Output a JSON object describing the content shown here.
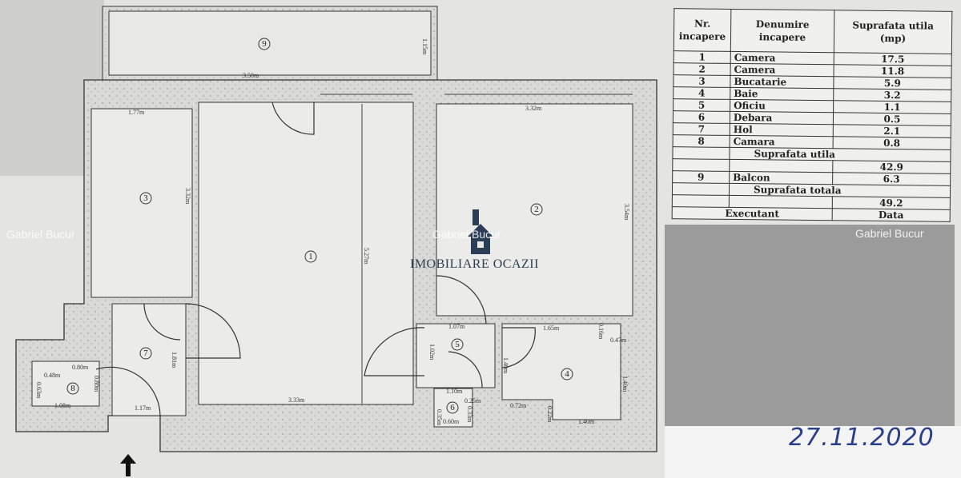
{
  "watermark": "Gabriel Bucur",
  "logo": {
    "text": "IMOBILIARE OCAZII",
    "icon": "house-icon",
    "color": "#2c3e55"
  },
  "plan": {
    "rooms": [
      "1",
      "2",
      "3",
      "4",
      "5",
      "6",
      "7",
      "8",
      "9"
    ],
    "dimensions": {
      "balcony_width": "3.50m",
      "balcony_depth": "1.15m",
      "kitchen_width": "1.77m",
      "kitchen_length": "3.32m",
      "room2_width": "3.32m",
      "room2_length": "3.54m",
      "room1_length": "5.27m",
      "room1_width": "3.33m",
      "office_width": "1.07m",
      "office_length": "1.02m",
      "bath_width": "1.65m",
      "bath_a": "0.16m",
      "bath_b": "0.47m",
      "bath_length": "1.40m",
      "bath_bottom": "1.40m",
      "bath_c": "0.72m",
      "bath_d": "0.22m",
      "bath_e": "1.40m",
      "closet_a": "1.10m",
      "closet_b": "0.25m",
      "closet_c": "0.60m",
      "closet_d": "0.35m",
      "closet_e": "0.33m",
      "hall_length": "1.81m",
      "hall_width": "1.17m",
      "pantry_a": "0.80m",
      "pantry_b": "0.48m",
      "pantry_c": "0.63m",
      "pantry_d": "0.80m",
      "pantry_e": "1.08m"
    },
    "entrance_icon": "arrow-up-icon"
  },
  "table": {
    "headers": [
      "Nr. incapere",
      "Denumire incapere",
      "Suprafata utila (mp)"
    ],
    "rows": [
      {
        "nr": "1",
        "name": "Camera",
        "area": "17.5"
      },
      {
        "nr": "2",
        "name": "Camera",
        "area": "11.8"
      },
      {
        "nr": "3",
        "name": "Bucatarie",
        "area": "5.9"
      },
      {
        "nr": "4",
        "name": "Baie",
        "area": "3.2"
      },
      {
        "nr": "5",
        "name": "Oficiu",
        "area": "1.1"
      },
      {
        "nr": "6",
        "name": "Debara",
        "area": "0.5"
      },
      {
        "nr": "7",
        "name": "Hol",
        "area": "2.1"
      },
      {
        "nr": "8",
        "name": "Camara",
        "area": "0.8"
      }
    ],
    "useful_label": "Suprafata utila",
    "useful_value": "42.9",
    "balcony": {
      "nr": "9",
      "name": "Balcon",
      "area": "6.3"
    },
    "total_label": "Suprafata totala",
    "total_value": "49.2",
    "executant_label": "Executant",
    "date_label": "Data"
  },
  "handwritten_date": "27.11.2020"
}
